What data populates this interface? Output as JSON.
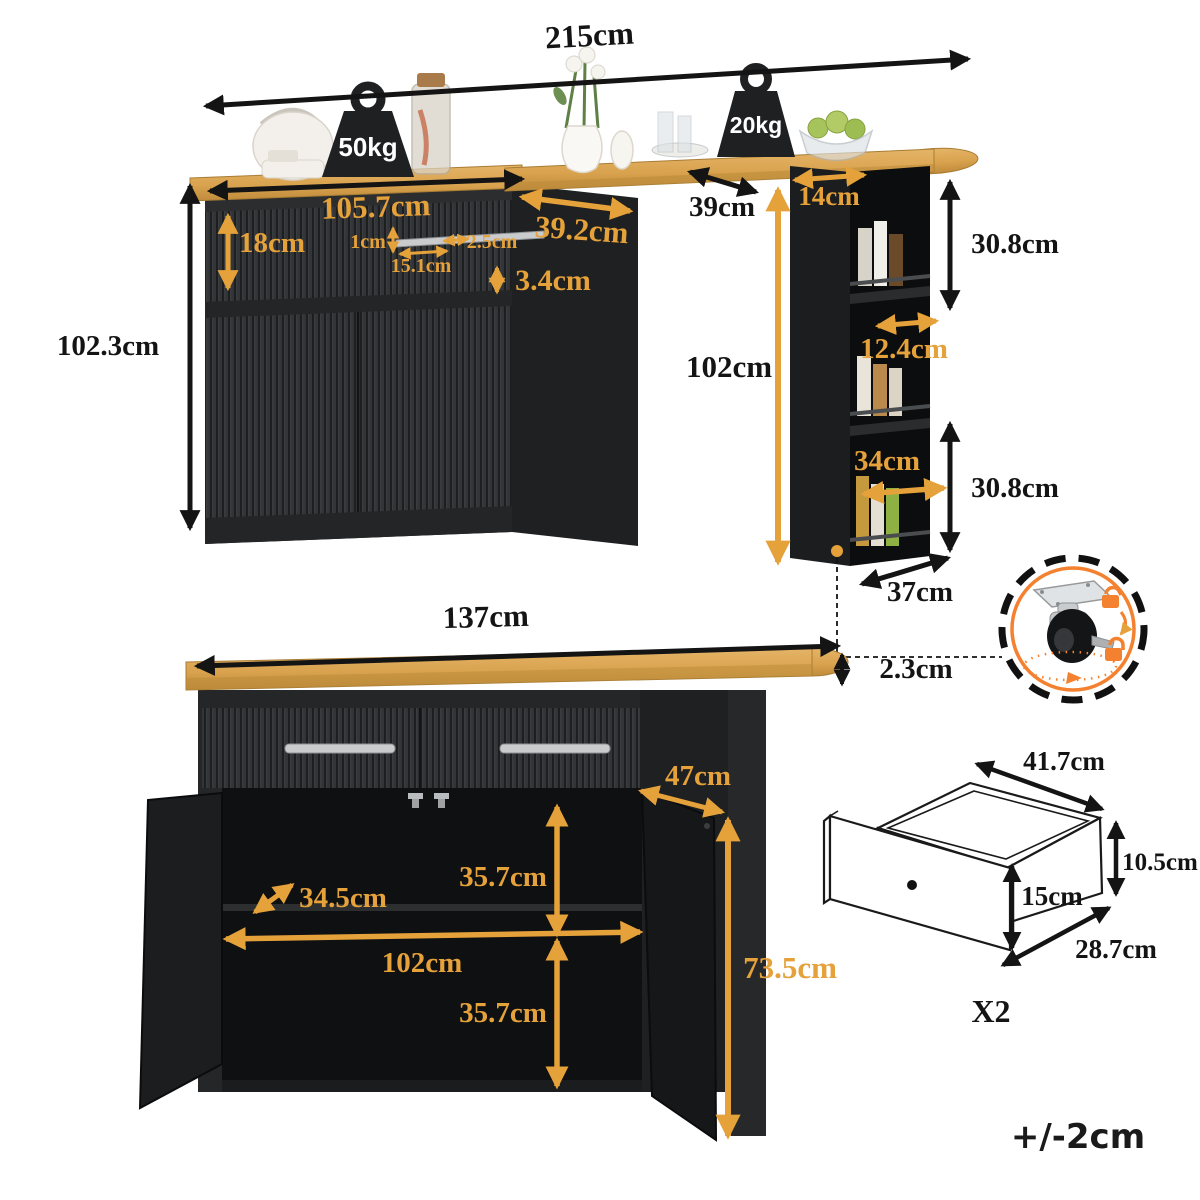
{
  "diagram": {
    "tolerance": "+/-2cm",
    "colors": {
      "dimension_orange": "#E5A13A",
      "dimension_black": "#141414",
      "wood": "#D9A34F",
      "cabinet_dark": "#2E3032",
      "accent_ring": "#F4812F"
    },
    "top_view": {
      "total_width": "215cm",
      "counter_max_load": "50kg",
      "bar_max_load": "20kg",
      "cabinet_width": "105.7cm",
      "cabinet_depth": "39.2cm",
      "drawer_front_height": "18cm",
      "handle_gap": "1cm",
      "handle_side_offset": "2.5cm",
      "handle_length": "15.1cm",
      "divider_gap": "3.4cm",
      "cabinet_height": "102.3cm",
      "bar_overhang": "39cm",
      "tower_width": "14cm",
      "upper_shelf_height": "30.8cm",
      "shelf_inner_width": "12.4cm",
      "shelf_inner_depth": "34cm",
      "lower_shelf_height": "30.8cm",
      "tower_depth": "37cm",
      "bar_height": "102cm"
    },
    "front_view": {
      "countertop_width": "137cm",
      "countertop_thickness": "2.3cm",
      "side_panel_depth": "47cm",
      "upper_compartment_height": "35.7cm",
      "compartment_depth": "34.5cm",
      "compartment_width": "102cm",
      "lower_compartment_height": "35.7cm",
      "side_panel_height": "73.5cm"
    },
    "drawer_detail": {
      "width": "41.7cm",
      "inner_height": "10.5cm",
      "front_height": "15cm",
      "depth": "28.7cm",
      "quantity": "X2"
    }
  }
}
